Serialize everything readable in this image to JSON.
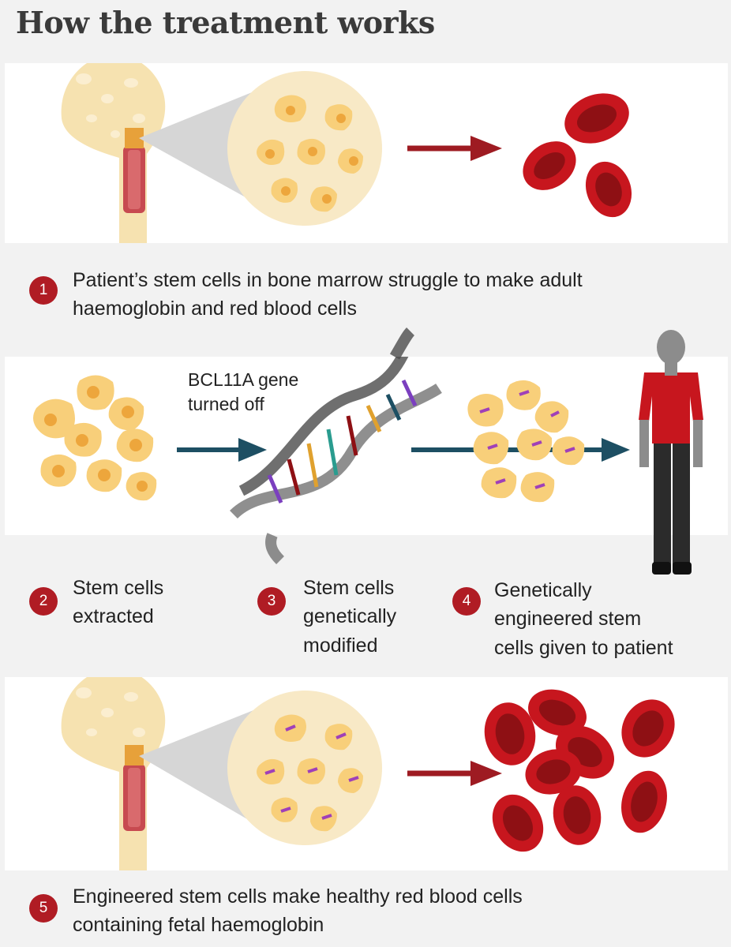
{
  "title": "How the treatment works",
  "gene_label": {
    "line1": "BCL11A gene",
    "line2": "turned off"
  },
  "steps": [
    {
      "number": "1",
      "line1": "Patient’s stem cells in bone marrow struggle to make adult",
      "line2": "haemoglobin and red blood cells"
    },
    {
      "number": "2",
      "line1": "Stem cells",
      "line2": "extracted"
    },
    {
      "number": "3",
      "line1": "Stem cells",
      "line2": "genetically",
      "line3": "modified"
    },
    {
      "number": "4",
      "line1": "Genetically",
      "line2": "engineered stem",
      "line3": "cells given to patient"
    },
    {
      "number": "5",
      "line1": "Engineered stem cells make healthy red blood cells",
      "line2": "containing fetal haemoglobin"
    }
  ],
  "colors": {
    "accent_red": "#b01c24",
    "blood_red": "#c7161e",
    "bone": "#f6e2b0",
    "stem_cell": "#f8cf7a",
    "arrow_teal": "#1d4f63",
    "arrow_red": "#9e1b22",
    "dna_strand": "#4b4b4b"
  }
}
